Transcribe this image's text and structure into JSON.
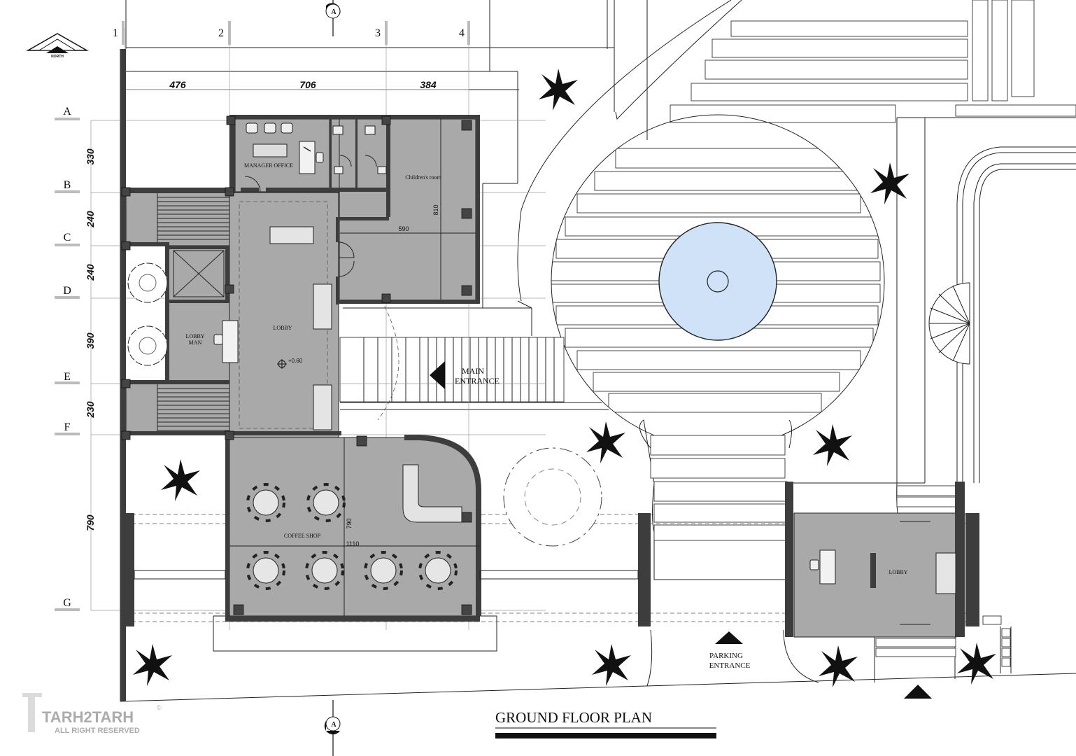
{
  "plan": {
    "title": "GROUND FLOOR PLAN",
    "north_label": "NORTH",
    "section_marker": "A",
    "watermark": {
      "brand": "TARH2TARH",
      "rights": "ALL RIGHT RESERVED",
      "symbol": "©"
    }
  },
  "grid": {
    "columns": [
      "1",
      "2",
      "3",
      "4"
    ],
    "rows": [
      "A",
      "B",
      "C",
      "D",
      "E",
      "F",
      "G"
    ],
    "column_spans": [
      "476",
      "706",
      "384"
    ],
    "row_spans": [
      "330",
      "240",
      "240",
      "390",
      "230",
      "790"
    ]
  },
  "rooms": {
    "manager_office": "MANAGER OFFICE",
    "childrens_room": "Children's room",
    "lobby": "LOBBY",
    "lobby_man": [
      "LOBBY",
      "MAN"
    ],
    "coffee_shop": "COFFEE SHOP",
    "lobby_2": "LOBBY"
  },
  "dimensions": {
    "childrens_width": "590",
    "childrens_depth": "810",
    "coffee_depth": "790",
    "coffee_width": "1110",
    "floor_level": "+0.60"
  },
  "entrances": {
    "main": [
      "MAIN",
      "ENTRANCE"
    ],
    "parking": [
      "PARKING",
      "ENTRANCE"
    ]
  },
  "colors": {
    "room_fill": "#a9a9a9",
    "wall": "#3d3d3d",
    "fountain": "#cfe2f7"
  },
  "icons": [
    "north-arrow-icon",
    "section-marker-icon",
    "palm-tree-icon",
    "bush-icon",
    "entrance-arrow-icon",
    "chair-icon",
    "round-table-icon",
    "desk-icon",
    "sofa-icon"
  ]
}
